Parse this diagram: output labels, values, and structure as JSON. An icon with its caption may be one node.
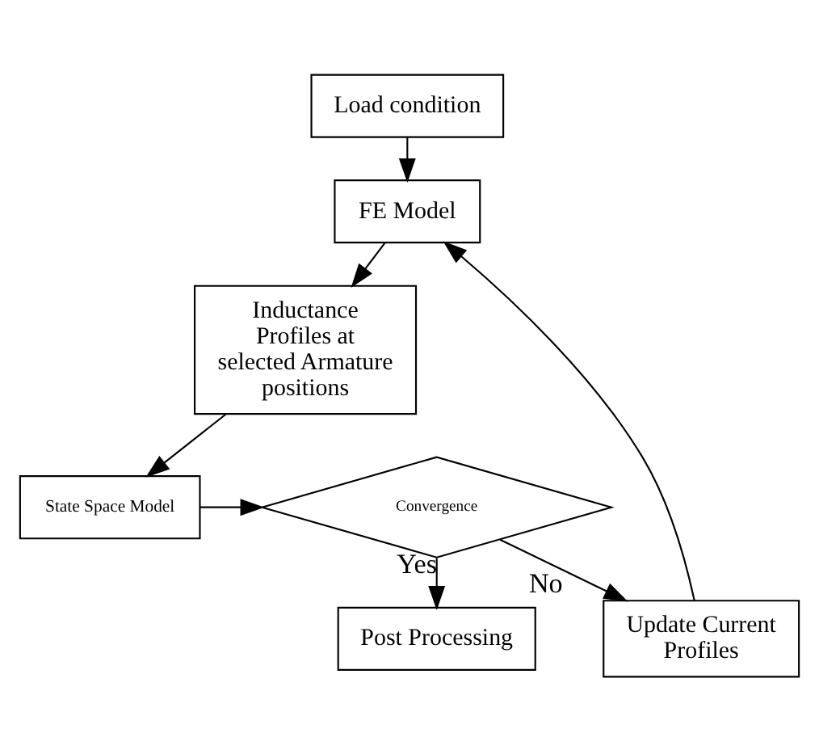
{
  "diagram": {
    "nodes": [
      {
        "text": [
          "Load condition"
        ]
      },
      {
        "text": [
          "FE Model"
        ]
      },
      {
        "text": [
          "Inductance Profiles at selected Armature positions"
        ]
      },
      {
        "text": [
          "State Space Model"
        ]
      },
      {
        "text": [
          "Convergence"
        ]
      },
      {
        "text": [
          "Update Current Profiles"
        ]
      },
      {
        "text": [
          "Post Processing"
        ]
      }
    ],
    "edges": [
      {
        "from": 0,
        "to": 1,
        "arrow": "to"
      },
      {
        "from": 5,
        "to": 1,
        "arrow": "to"
      },
      {
        "from": 1,
        "to": 2,
        "arrow": "to"
      },
      {
        "from": 2,
        "to": 3,
        "arrow": "to"
      },
      {
        "from": 3,
        "to": 4,
        "arrow": "to"
      },
      {
        "from": 4,
        "to": 5,
        "arrow": "to",
        "label": "No"
      },
      {
        "from": 4,
        "to": 6,
        "arrow": "to",
        "label": "Yes"
      }
    ]
  }
}
